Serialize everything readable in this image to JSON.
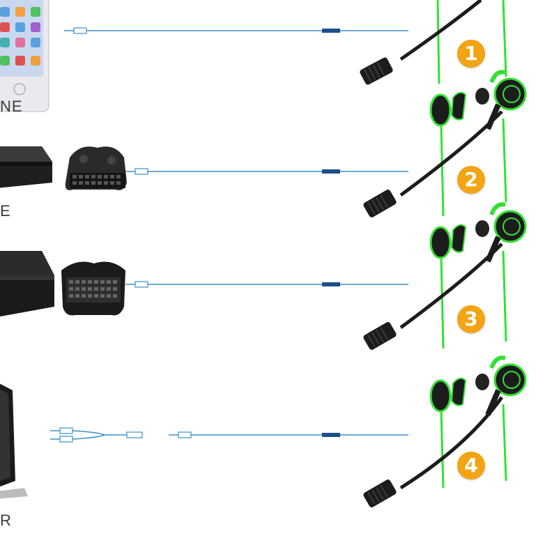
{
  "rows": [
    {
      "device_label": "NE",
      "badge": "1"
    },
    {
      "device_label": "E",
      "badge": "2"
    },
    {
      "device_label": "",
      "badge": "3"
    },
    {
      "device_label": "R",
      "badge": "4"
    }
  ],
  "colors": {
    "cable": "#3a8fc9",
    "cable_sleeve": "#1d4f88",
    "badge": "#f2a413",
    "earbud_accent": "#33e033",
    "earbud_body": "#1c1c1c",
    "device_dark": "#222222"
  },
  "icons": [
    "phone-icon",
    "xbox-console-icon",
    "xbox-controller-keyboard-icon",
    "ps4-console-icon",
    "ps4-controller-keyboard-icon",
    "pc-monitor-icon",
    "splitter-cable-icon",
    "gaming-earbuds-icon",
    "boom-microphone-icon"
  ]
}
